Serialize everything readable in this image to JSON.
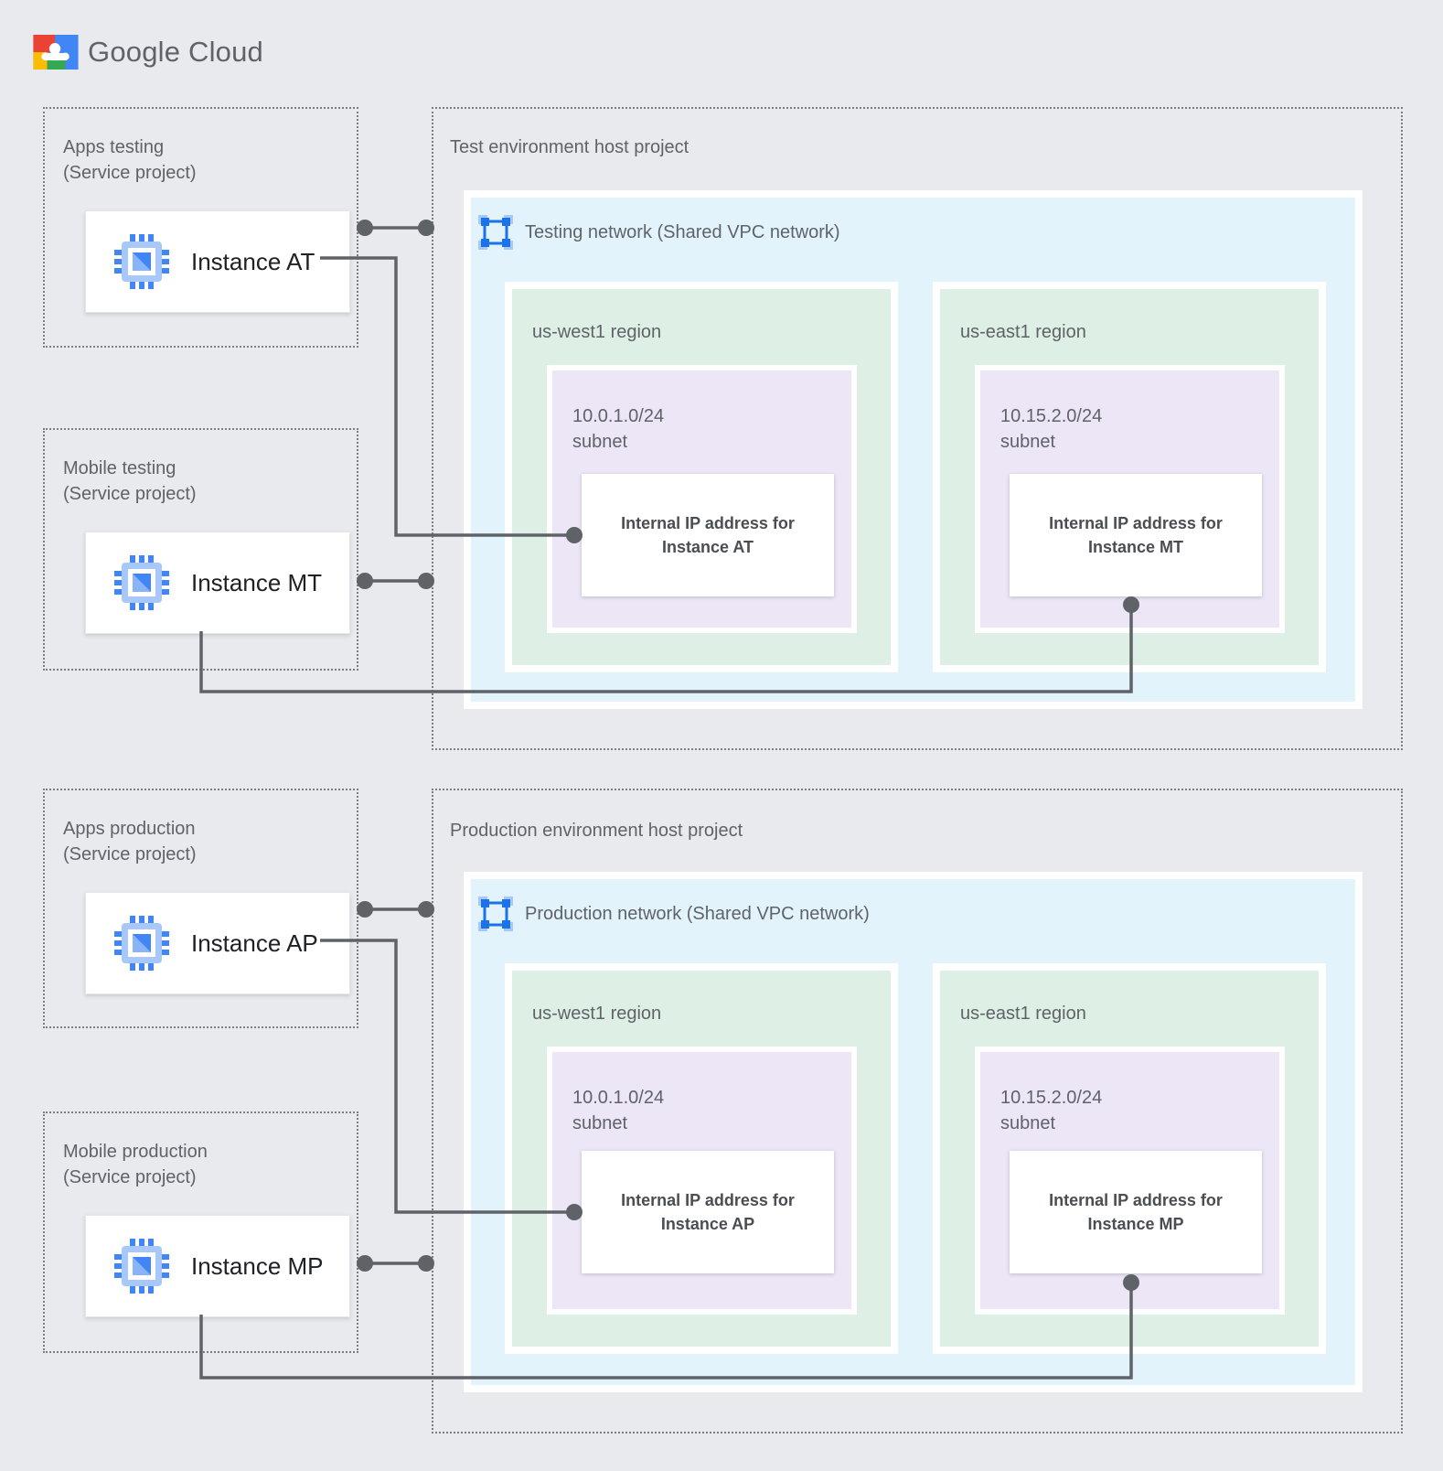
{
  "brand": {
    "logo_icon": "google-cloud-logo",
    "logo_text": "Google Cloud"
  },
  "palette": {
    "background": "#E8EAED",
    "network_fill": "#E2F3FC",
    "region_fill": "#DEF0E5",
    "subnet_fill": "#ECE6F6",
    "connector": "#5F6368",
    "accent_blue": "#4285F4"
  },
  "service_projects": [
    {
      "line1": "Apps testing",
      "line2": "(Service project)",
      "instance": {
        "icon": "compute-engine-icon",
        "label": "Instance AT"
      }
    },
    {
      "line1": "Mobile testing",
      "line2": "(Service project)",
      "instance": {
        "icon": "compute-engine-icon",
        "label": "Instance MT"
      }
    },
    {
      "line1": "Apps production",
      "line2": "(Service project)",
      "instance": {
        "icon": "compute-engine-icon",
        "label": "Instance AP"
      }
    },
    {
      "line1": "Mobile production",
      "line2": "(Service project)",
      "instance": {
        "icon": "compute-engine-icon",
        "label": "Instance MP"
      }
    }
  ],
  "environments": [
    {
      "host_title": "Test environment host project",
      "network": {
        "icon": "vpc-network-icon",
        "label": "Testing network (Shared VPC network)"
      },
      "regions": [
        {
          "name": "us-west1 region",
          "subnet": {
            "cidr": "10.0.1.0/24",
            "label": "subnet"
          },
          "internal_ip": {
            "line1": "Internal IP address for",
            "line2": "Instance AT"
          }
        },
        {
          "name": "us-east1 region",
          "subnet": {
            "cidr": "10.15.2.0/24",
            "label": "subnet"
          },
          "internal_ip": {
            "line1": "Internal IP address for",
            "line2": "Instance MT"
          }
        }
      ]
    },
    {
      "host_title": "Production environment host project",
      "network": {
        "icon": "vpc-network-icon",
        "label": "Production network (Shared VPC network)"
      },
      "regions": [
        {
          "name": "us-west1 region",
          "subnet": {
            "cidr": "10.0.1.0/24",
            "label": "subnet"
          },
          "internal_ip": {
            "line1": "Internal IP address for",
            "line2": "Instance AP"
          }
        },
        {
          "name": "us-east1 region",
          "subnet": {
            "cidr": "10.15.2.0/24",
            "label": "subnet"
          },
          "internal_ip": {
            "line1": "Internal IP address for",
            "line2": "Instance MP"
          }
        }
      ]
    }
  ]
}
